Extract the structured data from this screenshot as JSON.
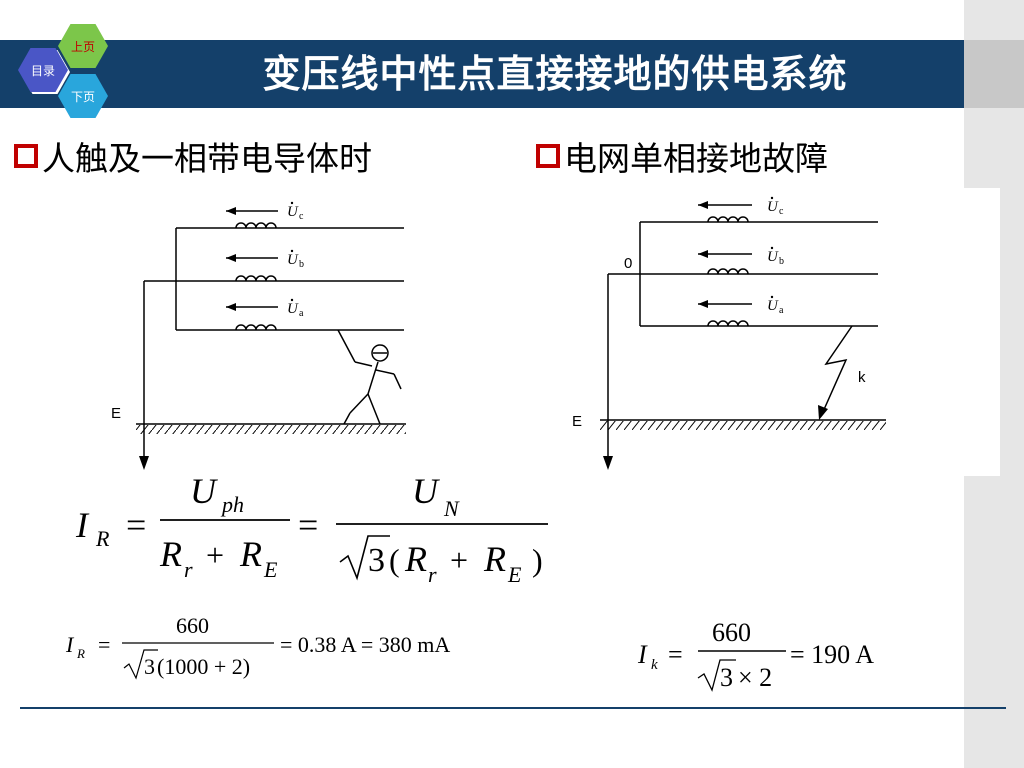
{
  "nav": {
    "menu_label": "目录",
    "prev_label": "上页",
    "next_label": "下页"
  },
  "title": "变压线中性点直接接地的供电系统",
  "sections": [
    {
      "heading": "人触及一相带电导体时"
    },
    {
      "heading": "电网单相接地故障"
    }
  ],
  "diagram_left": {
    "phases": [
      {
        "symbol": "U",
        "subscript": "c"
      },
      {
        "symbol": "U",
        "subscript": "b"
      },
      {
        "symbol": "U",
        "subscript": "a"
      }
    ],
    "earth_label": "E"
  },
  "diagram_right": {
    "phases": [
      {
        "symbol": "U",
        "subscript": "c"
      },
      {
        "symbol": "U",
        "subscript": "b"
      },
      {
        "symbol": "U",
        "subscript": "a"
      }
    ],
    "neutral_label": "0",
    "fault_label": "k",
    "earth_label": "E"
  },
  "formula_general": {
    "lhs": "I",
    "lhs_sub": "R",
    "f1_num": "U",
    "f1_num_sub": "ph",
    "f1_den_a": "R",
    "f1_den_a_sub": "r",
    "f1_den_b": "R",
    "f1_den_b_sub": "E",
    "f2_num": "U",
    "f2_num_sub": "N",
    "f2_den_root": "3",
    "f2_den_a": "R",
    "f2_den_a_sub": "r",
    "f2_den_b": "R",
    "f2_den_b_sub": "E"
  },
  "formula_left": {
    "lhs": "I",
    "lhs_sub": "R",
    "numerator": "660",
    "root": "3",
    "den_rest": "(1000 + 2)",
    "result": "= 0.38 A = 380 mA"
  },
  "formula_right": {
    "lhs": "I",
    "lhs_sub": "k",
    "numerator": "660",
    "root": "3",
    "den_rest": "× 2",
    "result": "= 190 A"
  },
  "colors": {
    "header": "#14406a",
    "bullet": "#c00000",
    "strip": "#e6e6e6"
  }
}
